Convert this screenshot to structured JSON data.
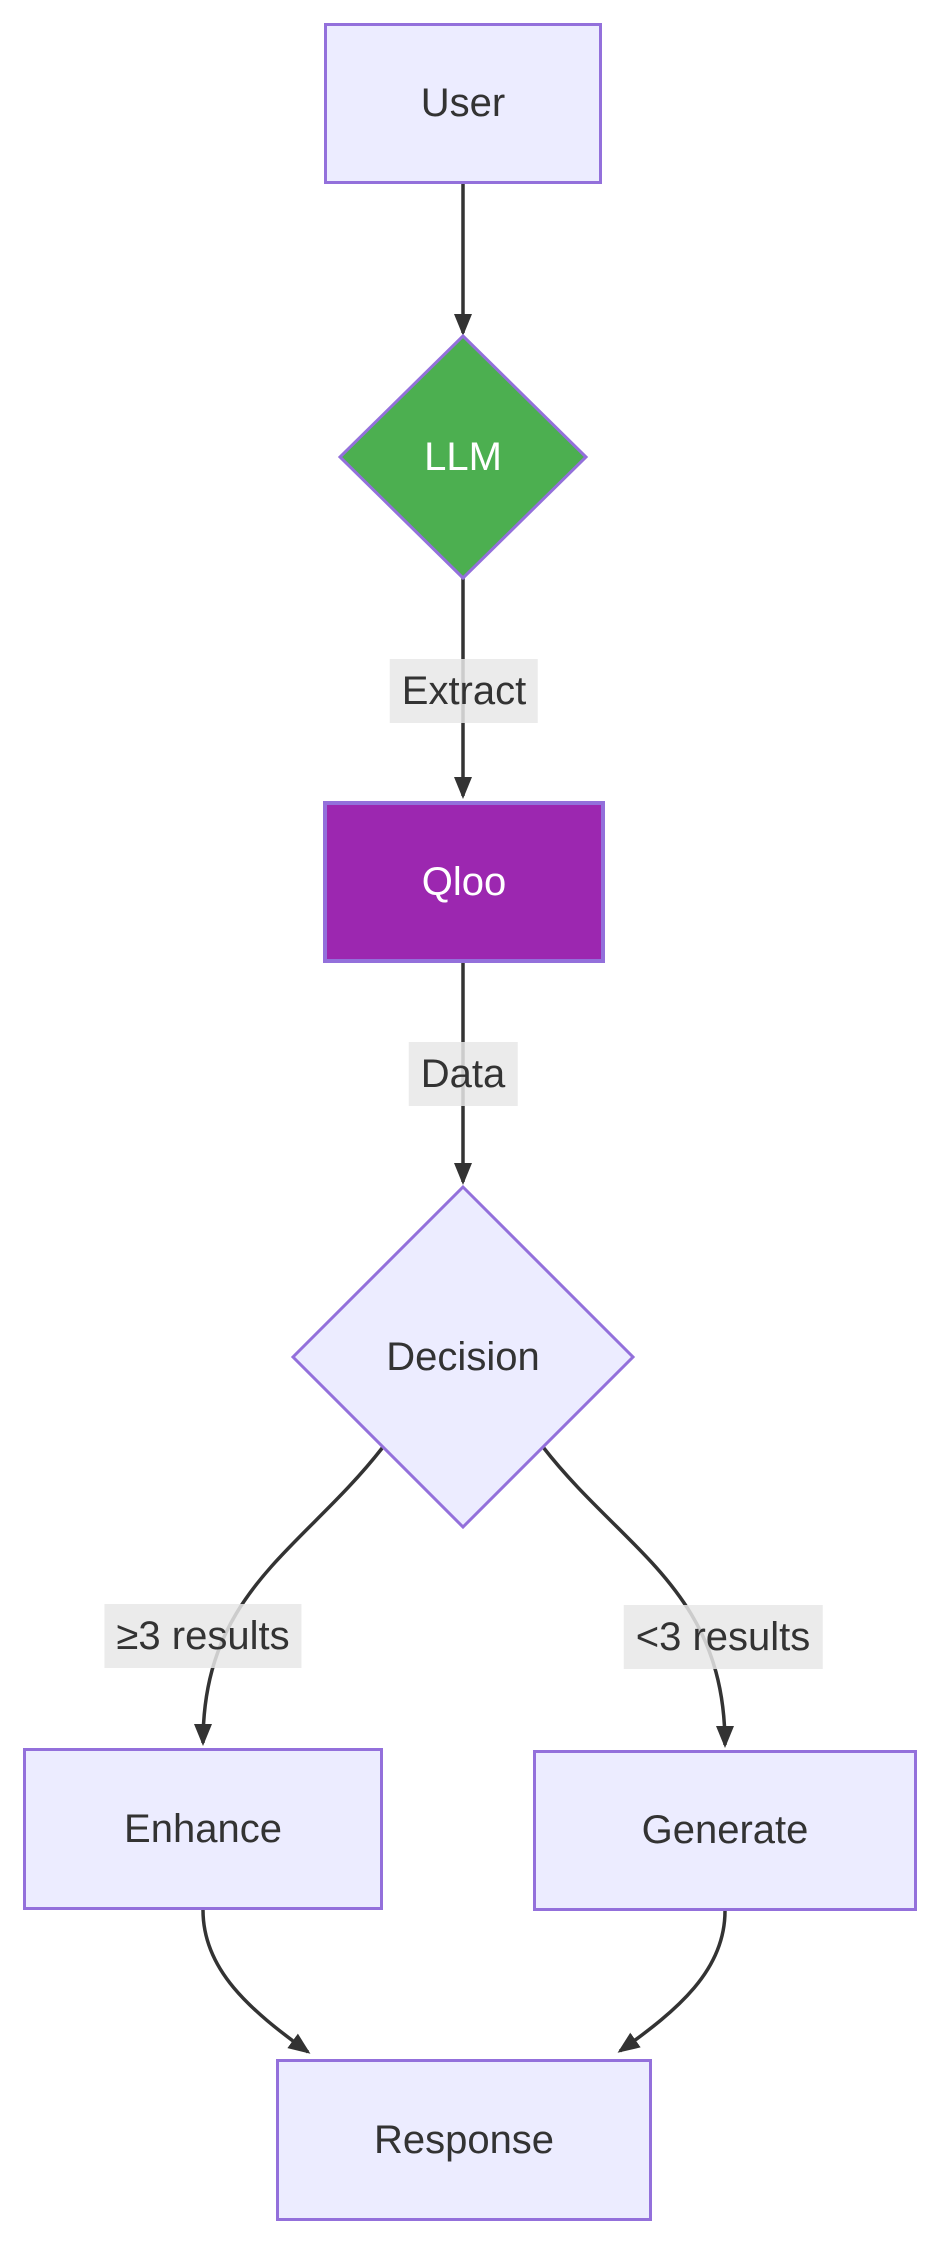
{
  "diagram": {
    "type": "flowchart",
    "direction": "top-down",
    "background": "#ffffff",
    "colors": {
      "node_fill": "#ECECFF",
      "node_border": "#9370DB",
      "llm_fill": "#4CAF50",
      "qloo_fill": "#9C27B0",
      "text_dark": "#333333",
      "text_light": "#ffffff",
      "edge": "#333333",
      "edge_label_bg": "#e8e8e8"
    },
    "nodes": [
      {
        "id": "user",
        "label": "User",
        "shape": "rectangle"
      },
      {
        "id": "llm",
        "label": "LLM",
        "shape": "diamond"
      },
      {
        "id": "qloo",
        "label": "Qloo",
        "shape": "rectangle"
      },
      {
        "id": "decision",
        "label": "Decision",
        "shape": "diamond"
      },
      {
        "id": "enhance",
        "label": "Enhance",
        "shape": "rectangle"
      },
      {
        "id": "generate",
        "label": "Generate",
        "shape": "rectangle"
      },
      {
        "id": "response",
        "label": "Response",
        "shape": "rectangle"
      }
    ],
    "edges": [
      {
        "from": "User",
        "to": "LLM",
        "label": ""
      },
      {
        "from": "LLM",
        "to": "Qloo",
        "label": "Extract"
      },
      {
        "from": "Qloo",
        "to": "Decision",
        "label": "Data"
      },
      {
        "from": "Decision",
        "to": "Enhance",
        "label": "≥3 results"
      },
      {
        "from": "Decision",
        "to": "Generate",
        "label": "<3 results"
      },
      {
        "from": "Enhance",
        "to": "Response",
        "label": ""
      },
      {
        "from": "Generate",
        "to": "Response",
        "label": ""
      }
    ]
  }
}
